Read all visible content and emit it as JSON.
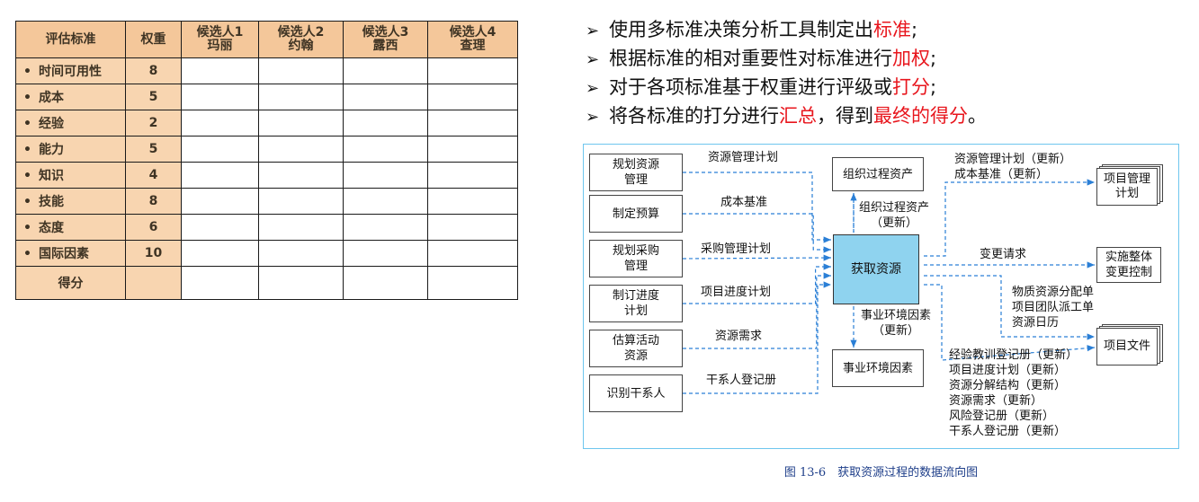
{
  "table": {
    "headers": [
      "评估标准",
      "权重",
      "候选人1\n玛丽",
      "候选人2\n约翰",
      "候选人3\n露西",
      "候选人4\n查理"
    ],
    "bullet": "•",
    "rows": [
      {
        "criterion": "时间可用性",
        "weight": "8"
      },
      {
        "criterion": "成本",
        "weight": "5"
      },
      {
        "criterion": "经验",
        "weight": "2"
      },
      {
        "criterion": "能力",
        "weight": "5"
      },
      {
        "criterion": "知识",
        "weight": "4"
      },
      {
        "criterion": "技能",
        "weight": "8"
      },
      {
        "criterion": "态度",
        "weight": "6"
      },
      {
        "criterion": "国际因素",
        "weight": "10"
      }
    ],
    "score_label": "得分"
  },
  "bullets": {
    "arrow": "➢",
    "items": [
      {
        "pre": "使用多标准决策分析工具制定出",
        "red": "标准",
        "post": ";",
        "red2": "",
        "post2": ""
      },
      {
        "pre": "根据标准的相对重要性对标准进行",
        "red": "加权",
        "post": ";",
        "red2": "",
        "post2": ""
      },
      {
        "pre": "对于各项标准基于权重进行评级或",
        "red": "打分",
        "post": ";",
        "red2": "",
        "post2": ""
      },
      {
        "pre": "将各标准的打分进行",
        "red": "汇总",
        "post": "，得到",
        "red2": "最终的得分",
        "post2": "。"
      }
    ]
  },
  "diagram": {
    "inputs": [
      "规划资源\n管理",
      "制定预算",
      "规划采购\n管理",
      "制订进度\n计划",
      "估算活动\n资源",
      "识别干系人"
    ],
    "input_labels": [
      "资源管理计划",
      "成本基准",
      "采购管理计划",
      "项目进度计划",
      "资源需求",
      "干系人登记册"
    ],
    "center": "获取资源",
    "opa_box": "组织过程资产",
    "opa_label": "组织过程资产\n（更新）",
    "eef_box": "事业环境因素",
    "eef_label": "事业环境因素\n（更新）",
    "outputs": {
      "pm_plan": "项目管理\n计划",
      "pm_plan_label": "资源管理计划（更新）\n成本基准（更新）",
      "change": "实施整体\n变更控制",
      "change_label": "变更请求",
      "docs": "项目文件",
      "docs_label_top": "物质资源分配单\n项目团队派工单\n资源日历",
      "docs_label_bottom": "经验教训登记册（更新）\n项目进度计划（更新）\n资源分解结构（更新）\n资源需求（更新）\n风险登记册（更新）\n干系人登记册（更新）"
    },
    "caption": "图 13-6　获取资源过程的数据流向图",
    "colors": {
      "arrow": "#2a7fd6",
      "center_fill": "#8fd3ef",
      "border": "#6ec6ee"
    }
  }
}
